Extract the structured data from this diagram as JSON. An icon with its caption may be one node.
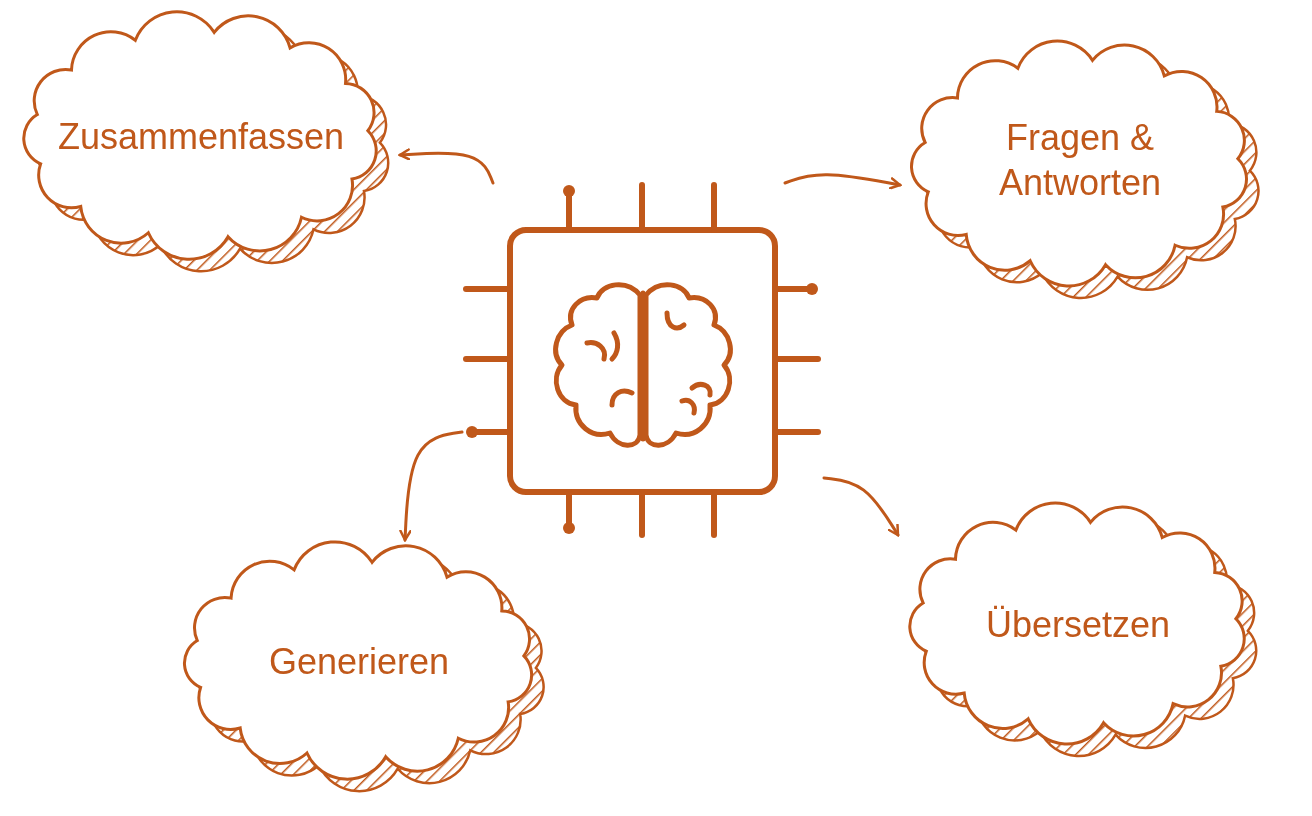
{
  "diagram": {
    "nodes": [
      {
        "text": [
          "Zusammenfassen"
        ]
      },
      {
        "text": [
          "Fragen & Antworten"
        ]
      },
      {
        "text": [],
        "shape": "picture"
      },
      {
        "text": [
          "Generieren"
        ]
      },
      {
        "text": [
          "Übersetzen"
        ]
      }
    ],
    "edges": [
      {
        "from": 2,
        "to": 0,
        "arrow": "to"
      },
      {
        "from": 2,
        "to": 1,
        "arrow": "to"
      },
      {
        "from": 2,
        "to": 3,
        "arrow": "to"
      },
      {
        "from": 2,
        "to": 4,
        "arrow": "to"
      }
    ]
  }
}
